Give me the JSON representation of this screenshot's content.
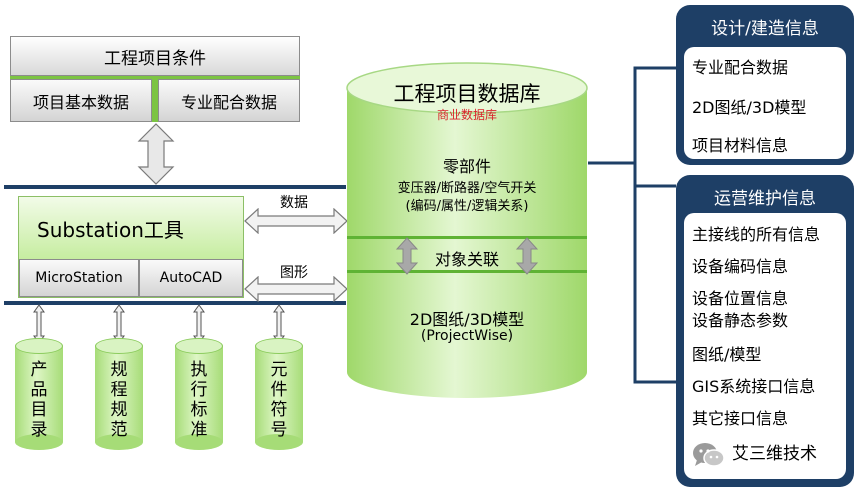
{
  "left_top": {
    "title": "工程项目条件",
    "cells": [
      "项目基本数据",
      "专业配合数据"
    ]
  },
  "tool": {
    "title": "Substation工具",
    "cells": [
      "MicroStation",
      "AutoCAD"
    ]
  },
  "flows": {
    "data_label": "数据",
    "graphic_label": "图形"
  },
  "cylinders": [
    "产品目录",
    "规程规范",
    "执行标准",
    "元件符号"
  ],
  "database": {
    "title": "工程项目数据库",
    "subtitle": "商业数据库",
    "section1": {
      "title": "零部件",
      "line1": "变压器/断路器/空气开关",
      "line2": "(编码/属性/逻辑关系)"
    },
    "section2": {
      "title": "对象关联"
    },
    "section3": {
      "title": "2D图纸/3D模型",
      "sub": "(ProjectWise)"
    }
  },
  "design_panel": {
    "title": "设计/建造信息",
    "items": [
      "专业配合数据",
      "2D图纸/3D模型",
      "项目材料信息"
    ]
  },
  "ops_panel": {
    "title": "运营维护信息",
    "items": [
      "主接线的所有信息",
      "设备编码信息",
      "设备位置信息",
      "设备静态参数",
      "图纸/模型",
      "GIS系统接口信息",
      "其它接口信息"
    ],
    "brand": "艾三维技术"
  },
  "colors": {
    "navy": "#1e3f66",
    "green": "#c6eda0",
    "red_subtitle": "#d9242b"
  }
}
